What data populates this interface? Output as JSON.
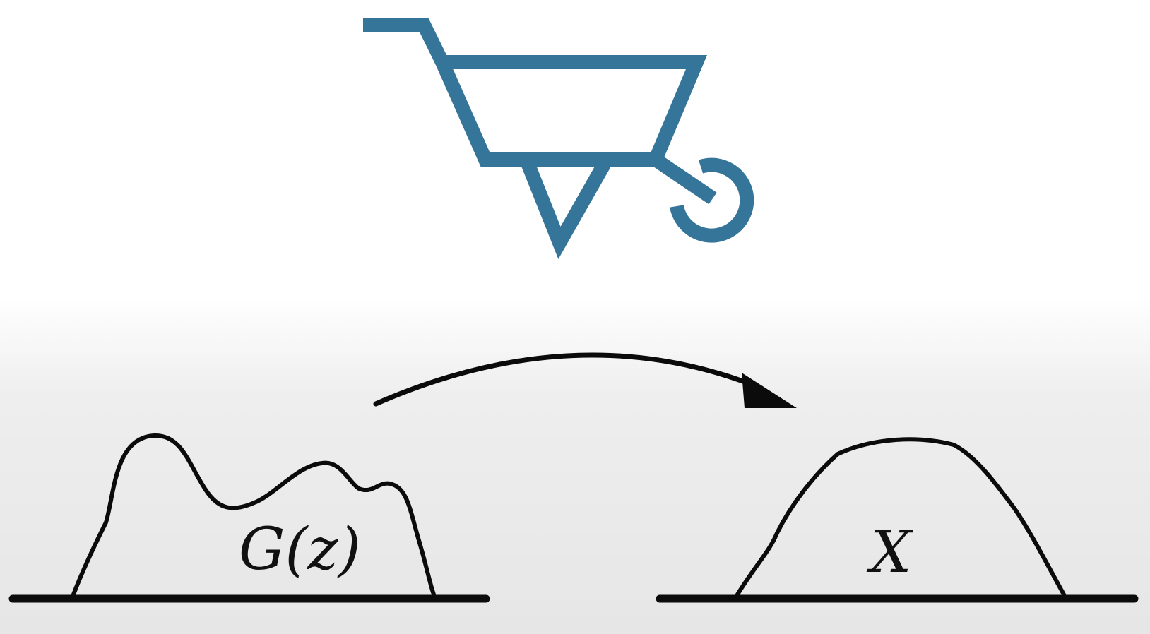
{
  "diagram": {
    "icon": "wheelbarrow-icon",
    "colors": {
      "icon": "#357599",
      "line": "#0b0b0b",
      "background_top": "#ffffff",
      "background_bottom": "#e6e6e6"
    },
    "left_distribution": {
      "label": "G(z)"
    },
    "right_distribution": {
      "label": "X"
    },
    "arrow": "right-arrow"
  }
}
